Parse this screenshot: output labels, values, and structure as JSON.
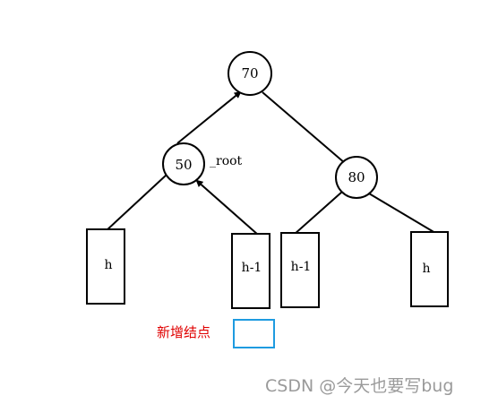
{
  "tree": {
    "nodes": [
      {
        "id": "n70",
        "label": "70"
      },
      {
        "id": "n50",
        "label": "50"
      },
      {
        "id": "n80",
        "label": "80"
      }
    ],
    "root_annotation": "_root",
    "subtrees": [
      {
        "id": "s1",
        "label": "h"
      },
      {
        "id": "s2",
        "label": "h-1"
      },
      {
        "id": "s3",
        "label": "h-1"
      },
      {
        "id": "s4",
        "label": "h"
      }
    ],
    "new_node_label": "新增结点",
    "colors": {
      "stroke": "#000000",
      "new_node_box": "#1e9be0",
      "new_node_label": "#e00000"
    }
  },
  "watermark": "CSDN @今天也要写bug"
}
